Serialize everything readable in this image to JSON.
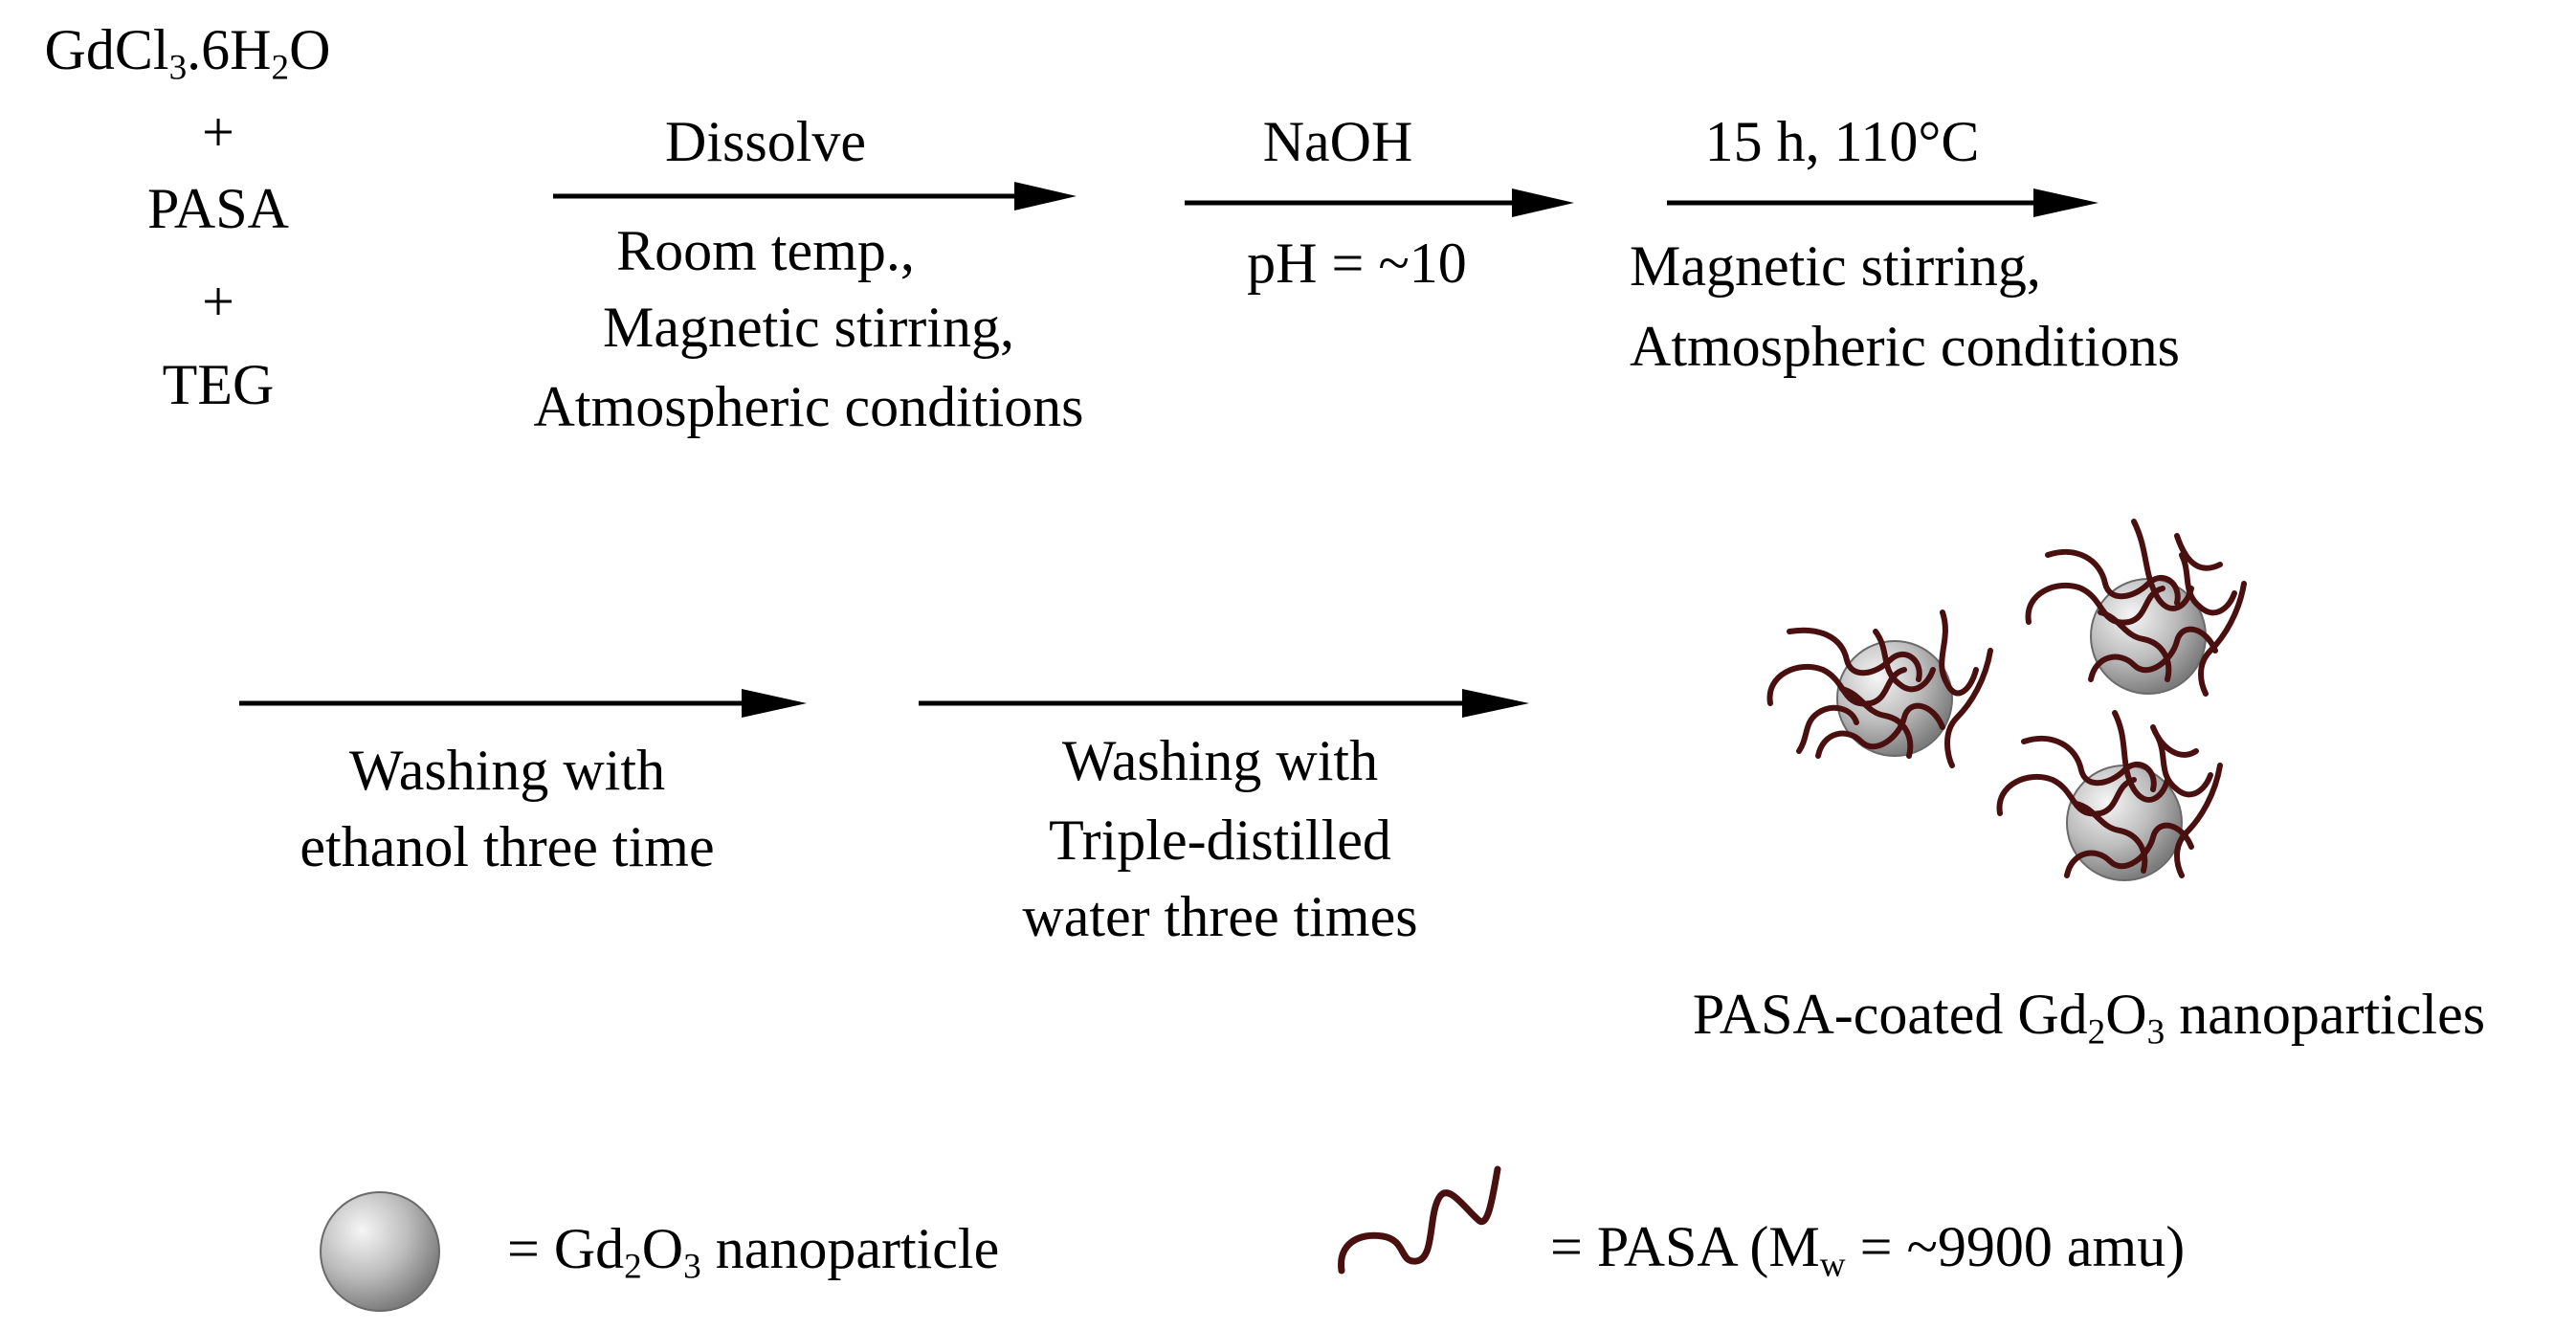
{
  "reactants": {
    "gdcl_main": "GdCl",
    "gdcl_sub3": "3",
    "gdcl_mid": ".6H",
    "gdcl_sub2": "2",
    "gdcl_end": "O",
    "plus": "+",
    "pasa": "PASA",
    "teg": "TEG"
  },
  "step1": {
    "above": "Dissolve",
    "below": [
      "Room temp.,",
      "Magnetic stirring,",
      "Atmospheric conditions"
    ]
  },
  "step2": {
    "above": "NaOH",
    "below": "pH = ~10"
  },
  "step3": {
    "above": "15 h, 110°C",
    "below": [
      "Magnetic stirring,",
      "Atmospheric conditions"
    ]
  },
  "step4": {
    "below": [
      "Washing with",
      "ethanol three time"
    ]
  },
  "step5": {
    "below": [
      "Washing with",
      "Triple-distilled",
      "water three times"
    ]
  },
  "product": {
    "pre": "PASA-coated Gd",
    "sub2": "2",
    "mid": "O",
    "sub3": "3",
    "post": " nanoparticles"
  },
  "legend": {
    "np_pre": "= Gd",
    "np_sub2": "2",
    "np_mid": "O",
    "np_sub3": "3",
    "np_post": " nanoparticle",
    "pasa_pre": "=  PASA (M",
    "pasa_sub": "w",
    "pasa_post": " = ~9900 amu)"
  },
  "colors": {
    "polymer": "#4a1010",
    "sphere_light": "#f2f2f2",
    "sphere_dark": "#8a8a8a",
    "arrow": "#000000"
  }
}
